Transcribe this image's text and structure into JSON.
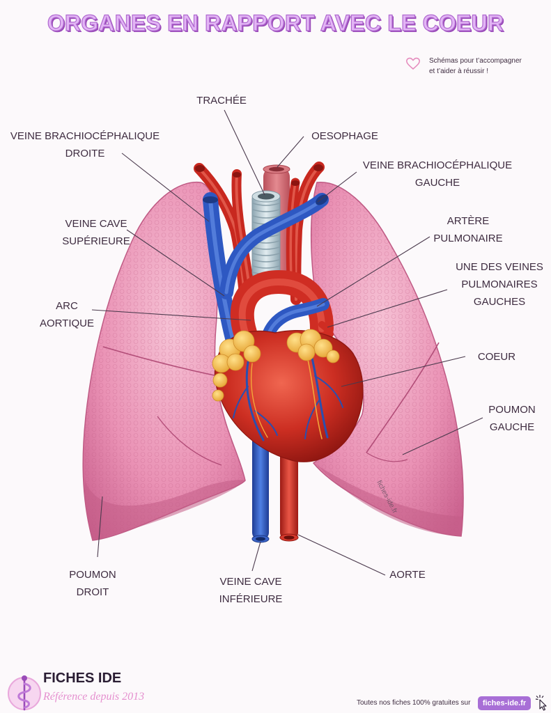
{
  "title": "ORGANES EN RAPPORT AVEC LE COEUR",
  "tagline": {
    "line1": "Schémas pour t’accompagner",
    "line2": "et t’aider à réussir !",
    "icon": "heart-outline-icon"
  },
  "labels": {
    "trachee": {
      "lines": [
        "TRACHÉE"
      ]
    },
    "vbc_droite": {
      "lines": [
        "VEINE BRACHIOCÉPHALIQUE",
        "DROITE"
      ]
    },
    "oesophage": {
      "lines": [
        "OESOPHAGE"
      ]
    },
    "vbc_gauche": {
      "lines": [
        "VEINE BRACHIOCÉPHALIQUE",
        "GAUCHE"
      ]
    },
    "veine_cave_sup": {
      "lines": [
        "VEINE CAVE",
        "SUPÉRIEURE"
      ]
    },
    "artere_pulmonaire": {
      "lines": [
        "ARTÈRE",
        "PULMONAIRE"
      ]
    },
    "veines_pulmonaires": {
      "lines": [
        "UNE DES VEINES",
        "PULMONAIRES",
        "GAUCHES"
      ]
    },
    "arc_aortique": {
      "lines": [
        "ARC",
        "AORTIQUE"
      ]
    },
    "coeur": {
      "lines": [
        "COEUR"
      ]
    },
    "poumon_gauche": {
      "lines": [
        "POUMON",
        "GAUCHE"
      ]
    },
    "poumon_droit": {
      "lines": [
        "POUMON",
        "DROIT"
      ]
    },
    "veine_cave_inf": {
      "lines": [
        "VEINE CAVE",
        "INFÉRIEURE"
      ]
    },
    "aorte": {
      "lines": [
        "AORTE"
      ]
    }
  },
  "watermark": "fiches-ide.fr",
  "footer": {
    "brand": "FICHES IDE",
    "slogan": "Référence depuis 2013",
    "promo_text": "Toutes nos fiches 100% gratuites sur",
    "link_label": "fiches-ide.fr",
    "logo_icon": "caduceus-logo-icon",
    "cursor_icon": "click-cursor-icon"
  },
  "colors": {
    "title_fill": "#e3b5f5",
    "title_outline": "#9a4bb8",
    "label_text": "#3e2c40",
    "accent": "#a86fd6",
    "slogan": "#e590cf",
    "lung": "#ea92b5",
    "artery": "#cf2d23",
    "vein": "#2e58c2",
    "fat": "#f2b946"
  }
}
